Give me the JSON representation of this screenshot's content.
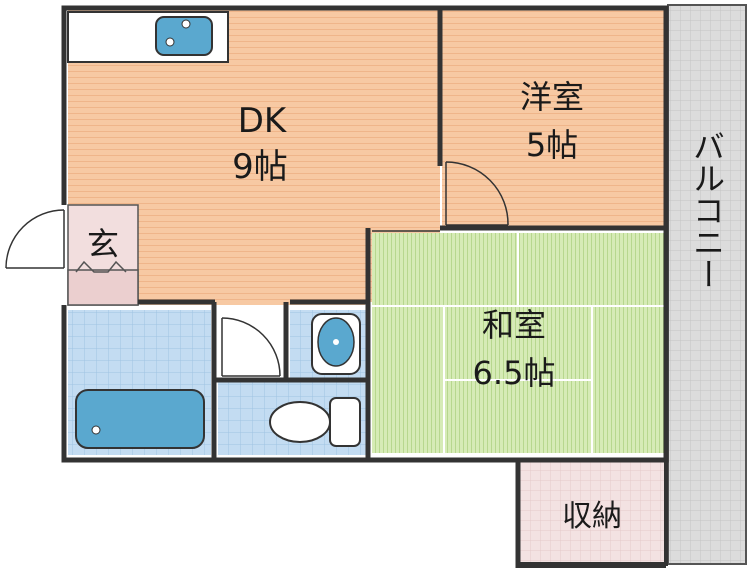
{
  "rooms": {
    "dk": {
      "name": "DK",
      "size": "9帖"
    },
    "western": {
      "name": "洋室",
      "size": "5帖"
    },
    "japanese": {
      "name": "和室",
      "size": "6.5帖"
    },
    "entrance": {
      "name": "玄"
    },
    "storage": {
      "name": "収納"
    },
    "balcony": {
      "name": "バルコニー"
    }
  },
  "colors": {
    "wood_floor": "#f7c9a3",
    "tatami": "#d6ebb6",
    "tile": "#bcd8f0",
    "balcony": "#d9d9d9",
    "storage": "#f2e0e0",
    "fixture": "#5aa8cf",
    "wall": "#333333"
  }
}
